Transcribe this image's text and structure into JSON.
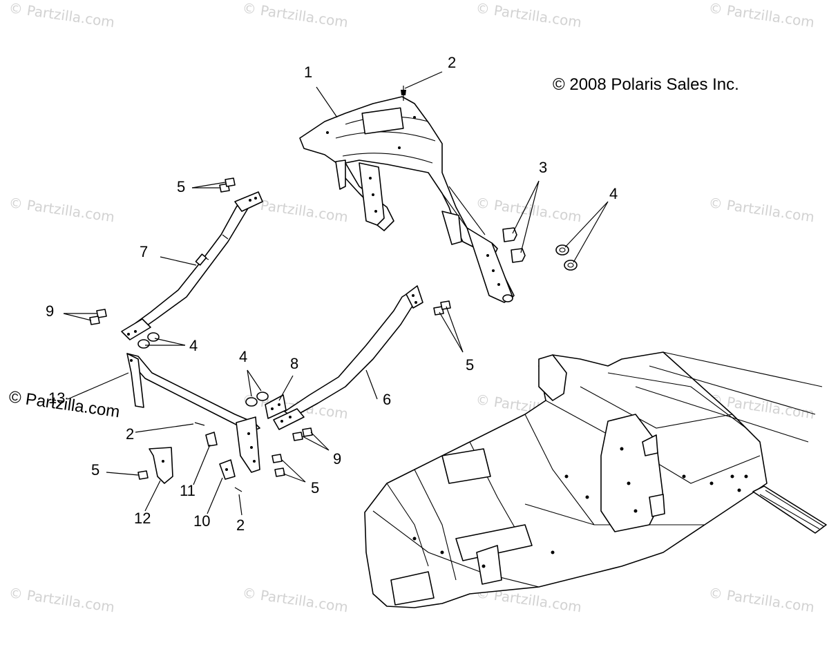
{
  "copyright": "© 2008 Polaris Sales Inc.",
  "watermark": "© Partzilla.com",
  "callouts": [
    {
      "id": "c1",
      "label": "1"
    },
    {
      "id": "c2a",
      "label": "2"
    },
    {
      "id": "c3",
      "label": "3"
    },
    {
      "id": "c4a",
      "label": "4"
    },
    {
      "id": "c5a",
      "label": "5"
    },
    {
      "id": "c7",
      "label": "7"
    },
    {
      "id": "c9a",
      "label": "9"
    },
    {
      "id": "c4b",
      "label": "4"
    },
    {
      "id": "c5b",
      "label": "5"
    },
    {
      "id": "c4c",
      "label": "4"
    },
    {
      "id": "c8",
      "label": "8"
    },
    {
      "id": "c6",
      "label": "6"
    },
    {
      "id": "c13",
      "label": "13"
    },
    {
      "id": "c2b",
      "label": "2"
    },
    {
      "id": "c9b",
      "label": "9"
    },
    {
      "id": "c5c",
      "label": "5"
    },
    {
      "id": "c5d",
      "label": "5"
    },
    {
      "id": "c11",
      "label": "11"
    },
    {
      "id": "c10",
      "label": "10"
    },
    {
      "id": "c2c",
      "label": "2"
    },
    {
      "id": "c12",
      "label": "12"
    }
  ]
}
